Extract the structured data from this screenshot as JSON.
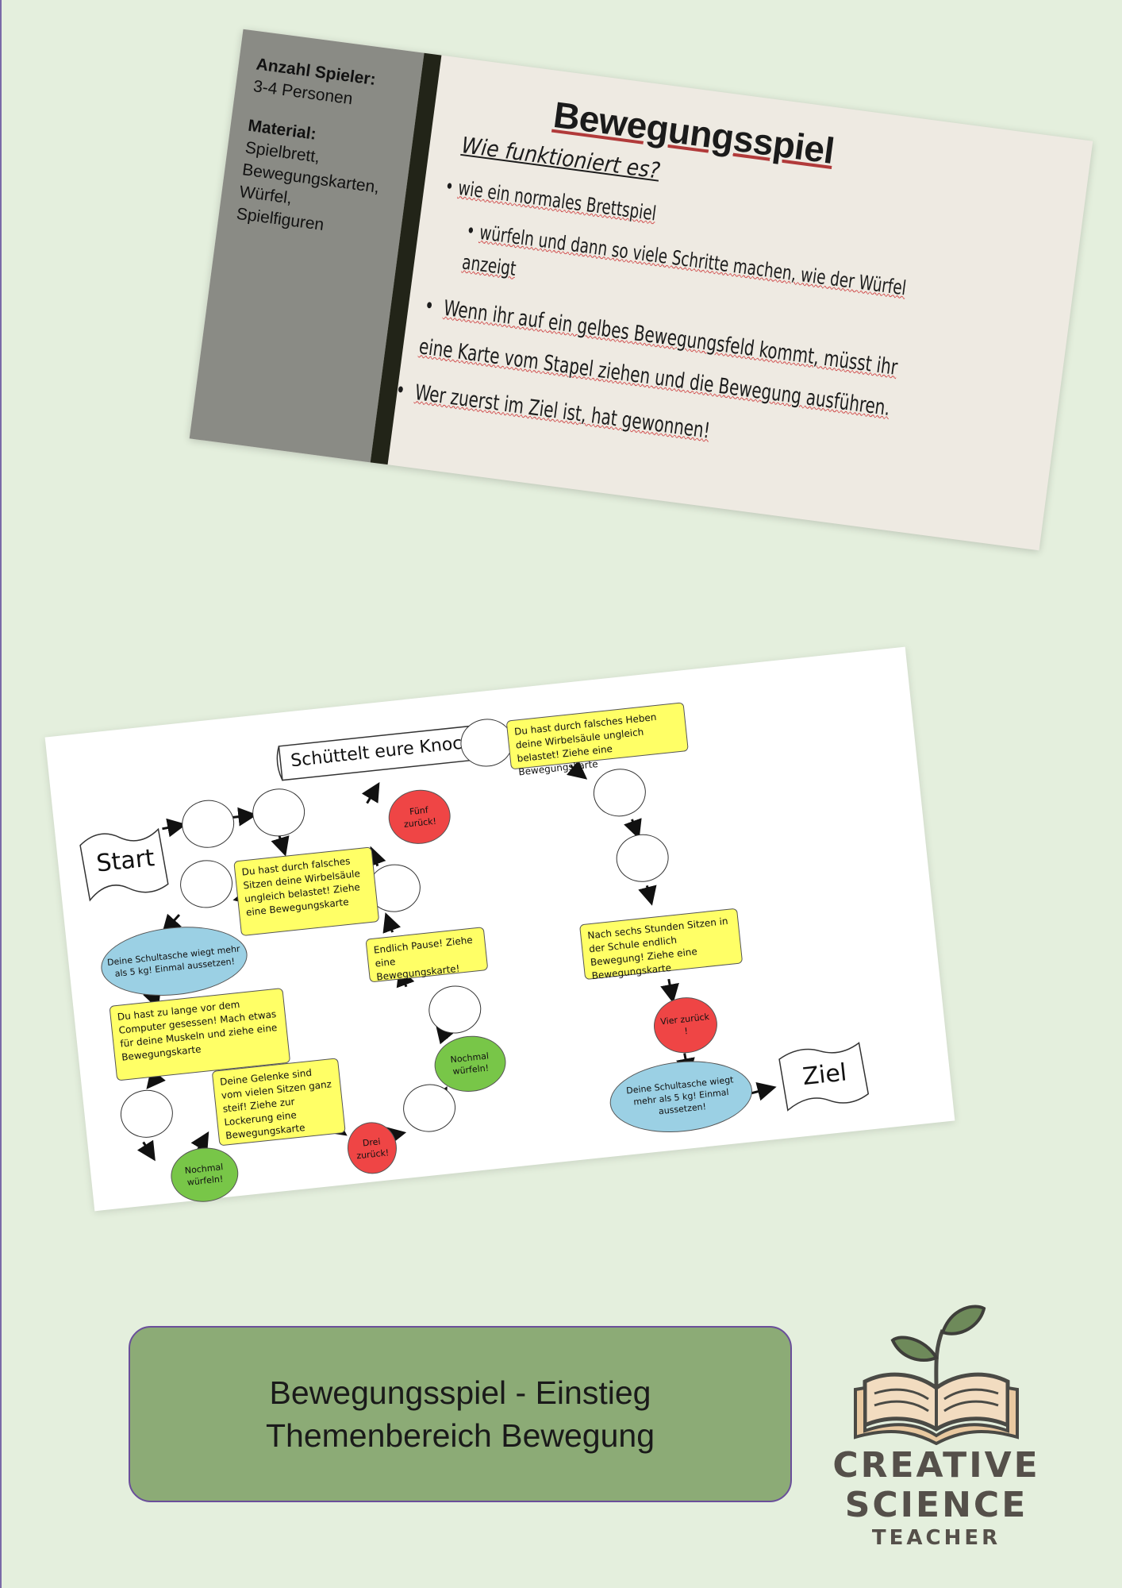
{
  "slide": {
    "side": {
      "players_label": "Anzahl Spieler:",
      "players_value": "3-4 Personen",
      "material_label": "Material:",
      "materials": [
        "Spielbrett,",
        "Bewegungskarten,",
        "Würfel,",
        "Spielfiguren"
      ]
    },
    "title": "Bewegungsspiel",
    "subtitle": "Wie funktioniert es?",
    "lines": [
      "wie ein normales Brettspiel",
      "würfeln und dann so viele Schritte machen, wie der Würfel",
      "anzeigt",
      "Wenn ihr auf ein gelbes Bewegungsfeld kommt, müsst ihr",
      "eine Karte vom Stapel ziehen und die Bewegung ausführen.",
      "Wer zuerst im Ziel ist, hat gewonnen!"
    ]
  },
  "board": {
    "banner": "Schüttelt eure Knochen!",
    "start": "Start",
    "goal": "Ziel",
    "yellow_cards": [
      "Du hast durch falsches Sitzen deine Wirbelsäule ungleich belastet! Ziehe eine Bewegungskarte",
      "Du hast zu lange vor dem Computer gesessen! Mach etwas für deine Muskeln und ziehe eine Bewegungskarte",
      "Deine Gelenke sind vom vielen Sitzen ganz steif! Ziehe zur Lockerung eine Bewegungskarte",
      "Endlich Pause! Ziehe eine Bewegungskarte!",
      "Du hast durch falsches Heben deine Wirbelsäule ungleich belastet! Ziehe eine Bewegungskarte",
      "Nach sechs Stunden Sitzen in der Schule endlich Bewegung! Ziehe eine Bewegungskarte"
    ],
    "blue_fields": [
      "Deine Schultasche wiegt mehr als 5 kg! Einmal aussetzen!",
      "Deine Schultasche wiegt mehr als 5 kg! Einmal aussetzen!"
    ],
    "red_fields": [
      "Drei zurück!",
      "Fünf zurück!",
      "Vier zurück !"
    ],
    "green_fields": [
      "Nochmal würfeln!",
      "Nochmal würfeln!"
    ]
  },
  "footer": {
    "line1": "Bewegungsspiel - Einstieg",
    "line2": "Themenbereich Bewegung"
  },
  "logo": {
    "line1": "CREATIVE",
    "line2": "SCIENCE",
    "line3": "TEACHER"
  },
  "colors": {
    "background": "#e4efdd",
    "footer_box": "#8cab76",
    "footer_border": "#6a4f9a",
    "card_yellow": "#ffff66",
    "field_blue": "#9bd0e4",
    "field_red": "#ef4545",
    "field_green": "#78c648",
    "logo_text": "#55504a"
  }
}
